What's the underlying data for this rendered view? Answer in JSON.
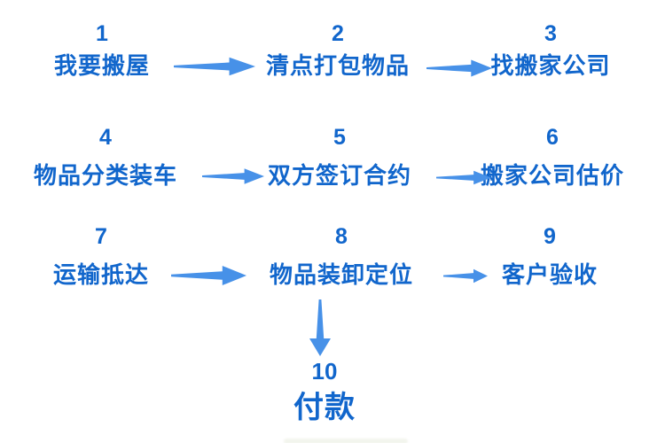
{
  "flow": {
    "steps": [
      {
        "number": "1",
        "label": "我要搬屋"
      },
      {
        "number": "2",
        "label": "清点打包物品"
      },
      {
        "number": "3",
        "label": "找搬家公司"
      },
      {
        "number": "4",
        "label": "物品分类装车"
      },
      {
        "number": "5",
        "label": "双方签订合约"
      },
      {
        "number": "6",
        "label": "搬家公司估价"
      },
      {
        "number": "7",
        "label": "运输抵达"
      },
      {
        "number": "8",
        "label": "物品装卸定位"
      },
      {
        "number": "9",
        "label": "客户验收"
      },
      {
        "number": "10",
        "label": "付款"
      }
    ],
    "connections": [
      {
        "from": "1",
        "to": "2",
        "direction": "right"
      },
      {
        "from": "2",
        "to": "3",
        "direction": "right"
      },
      {
        "from": "4",
        "to": "5",
        "direction": "right"
      },
      {
        "from": "5",
        "to": "6",
        "direction": "right"
      },
      {
        "from": "7",
        "to": "8",
        "direction": "right"
      },
      {
        "from": "8",
        "to": "9",
        "direction": "right"
      },
      {
        "from": "8",
        "to": "10",
        "direction": "down"
      }
    ],
    "colors": {
      "step_text": "#1166cc",
      "arrow": "#4791e8"
    }
  }
}
